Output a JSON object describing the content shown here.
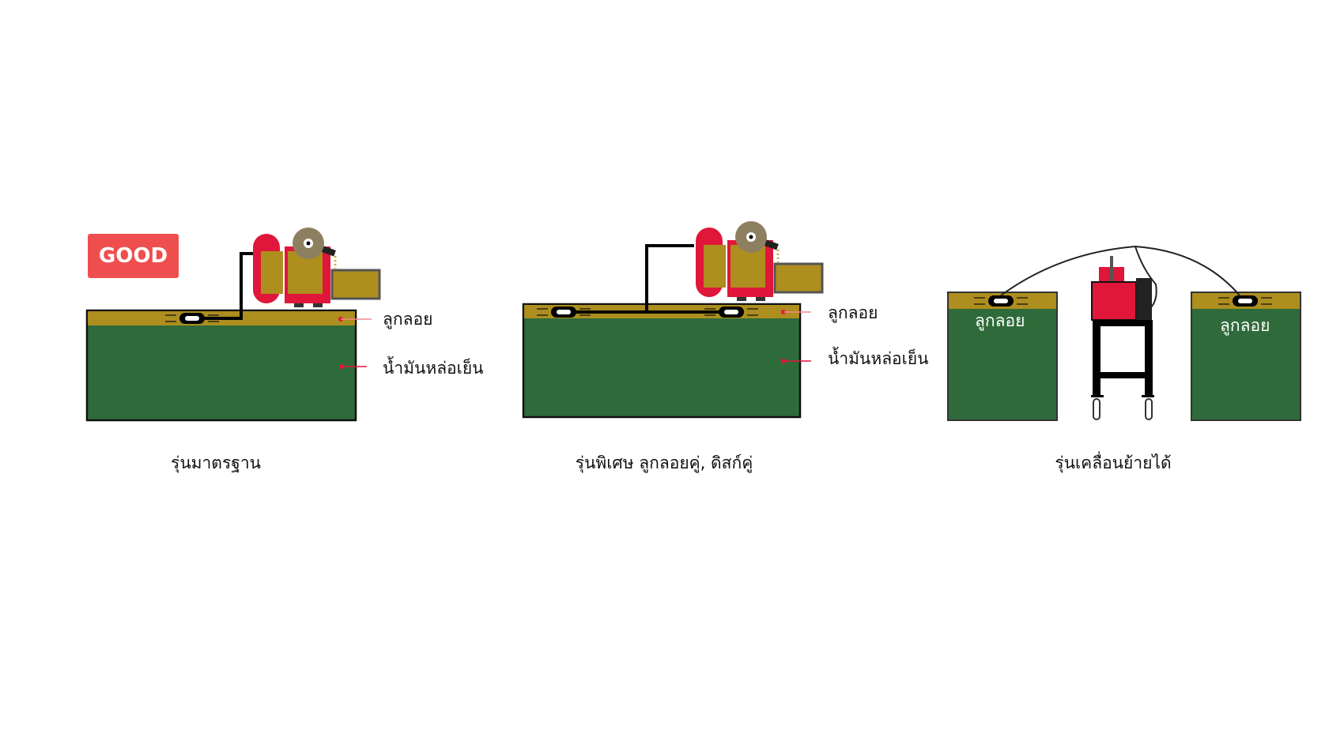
{
  "badge": "GOOD",
  "colors": {
    "tank": "#2f6b3a",
    "oil": "#ad8e1e",
    "machine": "#e0163a",
    "badge": "#ef4e4e"
  },
  "panels": [
    {
      "caption": "รุ่นมาตรฐาน",
      "float_label": "ลูกลอย",
      "coolant_label": "น้ำมันหล่อเย็น"
    },
    {
      "caption": "รุ่นพิเศษ ลูกลอยคู่, ดิสก์คู่",
      "float_label": "ลูกลอย",
      "coolant_label": "น้ำมันหล่อเย็น"
    },
    {
      "caption": "รุ่นเคลื่อนย้ายได้",
      "float_label_left": "ลูกลอย",
      "float_label_right": "ลูกลอย"
    }
  ]
}
